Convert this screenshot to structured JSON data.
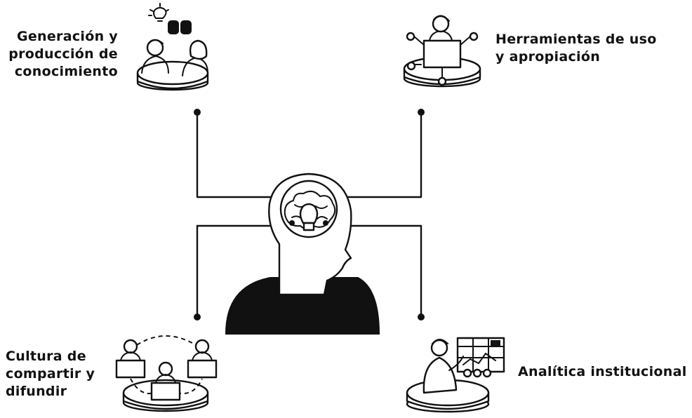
{
  "labels": {
    "generacion": [
      "Generación y",
      "producción de",
      "conocimiento"
    ],
    "herramientas": [
      "Herramientas de uso",
      "y apropiación"
    ],
    "cultura": [
      "Cultura de",
      "compartir y",
      "difundir"
    ],
    "analitica": [
      "Analítica institucional"
    ]
  },
  "colors": {
    "ink": "#111111",
    "background": "#ffffff"
  },
  "icons": {
    "center": "head-with-brain-lightbulb-icon",
    "top_left": "two-people-ideas-platform-icon",
    "top_right": "person-laptop-network-platform-icon",
    "bottom_left": "three-people-laptops-network-icon",
    "bottom_right": "person-dashboard-analytics-platform-icon"
  }
}
